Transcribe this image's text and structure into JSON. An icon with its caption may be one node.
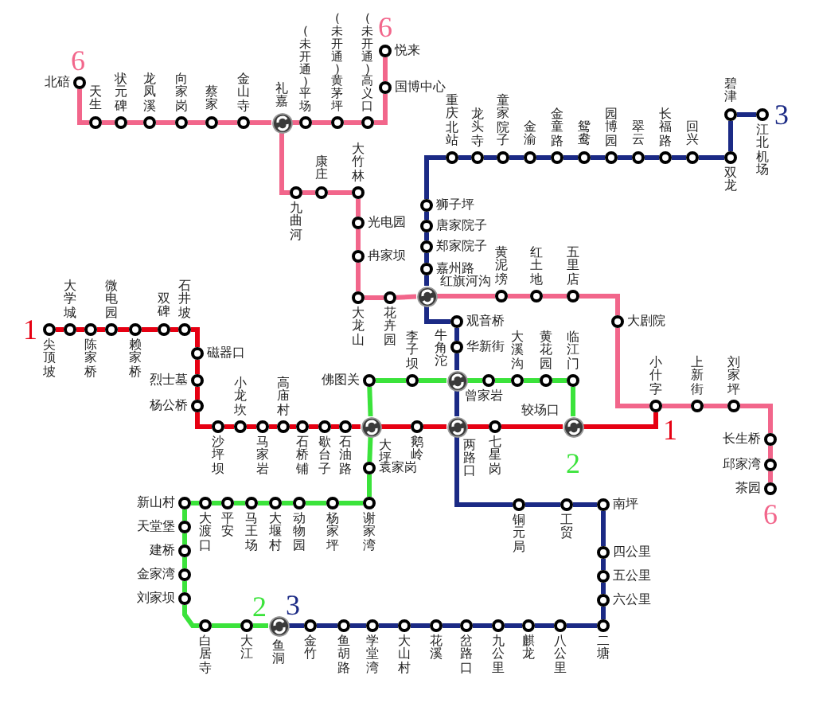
{
  "diagram": {
    "nodes": [
      {
        "text": [],
        "shape": "circle",
        "beside": [
          "北碚"
        ]
      },
      {
        "text": [],
        "shape": "circle",
        "beside": [
          "天生"
        ]
      },
      {
        "text": [],
        "shape": "circle",
        "beside": [
          "状元碑"
        ]
      },
      {
        "text": [],
        "shape": "circle",
        "beside": [
          "龙凤溪"
        ]
      },
      {
        "text": [],
        "shape": "circle",
        "beside": [
          "向家岗"
        ]
      },
      {
        "text": [],
        "shape": "circle",
        "beside": [
          "蔡家"
        ]
      },
      {
        "text": [],
        "shape": "circle",
        "beside": [
          "金山寺"
        ]
      },
      {
        "text": [],
        "shape": "circle",
        "beside": [
          "礼嘉"
        ]
      },
      {
        "text": [],
        "shape": "circle",
        "beside": [
          "(未开通)平场"
        ]
      },
      {
        "text": [],
        "shape": "circle",
        "beside": [
          "(未开通)黄茅坪"
        ]
      },
      {
        "text": [],
        "shape": "circle",
        "beside": [
          "(未开通)高义口"
        ]
      },
      {
        "text": [],
        "shape": "circle",
        "beside": [
          "国博中心"
        ]
      },
      {
        "text": [],
        "shape": "circle",
        "beside": [
          "悦来"
        ]
      },
      {
        "text": [],
        "shape": "circle",
        "beside": [
          "九曲河"
        ]
      },
      {
        "text": [],
        "shape": "circle",
        "beside": [
          "康庄"
        ]
      },
      {
        "text": [],
        "shape": "circle",
        "beside": [
          "大竹林"
        ]
      },
      {
        "text": [],
        "shape": "circle",
        "beside": [
          "光电园"
        ]
      },
      {
        "text": [],
        "shape": "circle",
        "beside": [
          "冉家坝"
        ]
      },
      {
        "text": [],
        "shape": "circle",
        "beside": [
          "大龙山"
        ]
      },
      {
        "text": [],
        "shape": "circle",
        "beside": [
          "花卉园"
        ]
      },
      {
        "text": [],
        "shape": "circle",
        "beside": [
          "红旗河沟"
        ]
      },
      {
        "text": [],
        "shape": "circle",
        "beside": [
          "黄泥塝"
        ]
      },
      {
        "text": [],
        "shape": "circle",
        "beside": [
          "红土地"
        ]
      },
      {
        "text": [],
        "shape": "circle",
        "beside": [
          "五里店"
        ]
      },
      {
        "text": [],
        "shape": "circle",
        "beside": [
          "大剧院"
        ]
      },
      {
        "text": [],
        "shape": "circle",
        "beside": [
          "小什字"
        ]
      },
      {
        "text": [],
        "shape": "circle",
        "beside": [
          "上新街"
        ]
      },
      {
        "text": [],
        "shape": "circle",
        "beside": [
          "刘家坪"
        ]
      },
      {
        "text": [],
        "shape": "circle",
        "beside": [
          "长生桥"
        ]
      },
      {
        "text": [],
        "shape": "circle",
        "beside": [
          "邱家湾"
        ]
      },
      {
        "text": [],
        "shape": "circle",
        "beside": [
          "茶园"
        ]
      },
      {
        "text": [],
        "shape": "circle",
        "beside": [
          "尖顶坡"
        ]
      },
      {
        "text": [],
        "shape": "circle",
        "beside": [
          "大学城"
        ]
      },
      {
        "text": [],
        "shape": "circle",
        "beside": [
          "陈家桥"
        ]
      },
      {
        "text": [],
        "shape": "circle",
        "beside": [
          "微电园"
        ]
      },
      {
        "text": [],
        "shape": "circle",
        "beside": [
          "赖家桥"
        ]
      },
      {
        "text": [],
        "shape": "circle",
        "beside": [
          "双碑"
        ]
      },
      {
        "text": [],
        "shape": "circle",
        "beside": [
          "石井坡"
        ]
      },
      {
        "text": [],
        "shape": "circle",
        "beside": [
          "磁器口"
        ]
      },
      {
        "text": [],
        "shape": "circle",
        "beside": [
          "烈士墓"
        ]
      },
      {
        "text": [],
        "shape": "circle",
        "beside": [
          "杨公桥"
        ]
      },
      {
        "text": [],
        "shape": "circle",
        "beside": [
          "沙坪坝"
        ]
      },
      {
        "text": [],
        "shape": "circle",
        "beside": [
          "小龙坎"
        ]
      },
      {
        "text": [],
        "shape": "circle",
        "beside": [
          "马家岩"
        ]
      },
      {
        "text": [],
        "shape": "circle",
        "beside": [
          "高庙村"
        ]
      },
      {
        "text": [],
        "shape": "circle",
        "beside": [
          "石桥铺"
        ]
      },
      {
        "text": [],
        "shape": "circle",
        "beside": [
          "歇台子"
        ]
      },
      {
        "text": [],
        "shape": "circle",
        "beside": [
          "石油路"
        ]
      },
      {
        "text": [],
        "shape": "circle",
        "beside": [
          "大坪"
        ]
      },
      {
        "text": [],
        "shape": "circle",
        "beside": [
          "鹅岭"
        ]
      },
      {
        "text": [],
        "shape": "circle",
        "beside": [
          "两路口"
        ]
      },
      {
        "text": [],
        "shape": "circle",
        "beside": [
          "七星岗"
        ]
      },
      {
        "text": [],
        "shape": "circle",
        "beside": [
          "较场口"
        ]
      },
      {
        "text": [],
        "shape": "circle",
        "beside": [
          "佛图关"
        ]
      },
      {
        "text": [],
        "shape": "circle",
        "beside": [
          "李子坝"
        ]
      },
      {
        "text": [],
        "shape": "circle",
        "beside": [
          "牛角沱"
        ]
      },
      {
        "text": [],
        "shape": "circle",
        "beside": [
          "曾家岩"
        ]
      },
      {
        "text": [],
        "shape": "circle",
        "beside": [
          "大溪沟"
        ]
      },
      {
        "text": [],
        "shape": "circle",
        "beside": [
          "黄花园"
        ]
      },
      {
        "text": [],
        "shape": "circle",
        "beside": [
          "临江门"
        ]
      },
      {
        "text": [],
        "shape": "circle",
        "beside": [
          "袁家岗"
        ]
      },
      {
        "text": [],
        "shape": "circle",
        "beside": [
          "谢家湾"
        ]
      },
      {
        "text": [],
        "shape": "circle",
        "beside": [
          "杨家坪"
        ]
      },
      {
        "text": [],
        "shape": "circle",
        "beside": [
          "动物园"
        ]
      },
      {
        "text": [],
        "shape": "circle",
        "beside": [
          "大堰村"
        ]
      },
      {
        "text": [],
        "shape": "circle",
        "beside": [
          "马王场"
        ]
      },
      {
        "text": [],
        "shape": "circle",
        "beside": [
          "平安"
        ]
      },
      {
        "text": [],
        "shape": "circle",
        "beside": [
          "大渡口"
        ]
      },
      {
        "text": [],
        "shape": "circle",
        "beside": [
          "新山村"
        ]
      },
      {
        "text": [],
        "shape": "circle",
        "beside": [
          "天堂堡"
        ]
      },
      {
        "text": [],
        "shape": "circle",
        "beside": [
          "建桥"
        ]
      },
      {
        "text": [],
        "shape": "circle",
        "beside": [
          "金家湾"
        ]
      },
      {
        "text": [],
        "shape": "circle",
        "beside": [
          "刘家坝"
        ]
      },
      {
        "text": [],
        "shape": "circle",
        "beside": [
          "白居寺"
        ]
      },
      {
        "text": [],
        "shape": "circle",
        "beside": [
          "大江"
        ]
      },
      {
        "text": [],
        "shape": "circle",
        "beside": [
          "鱼洞"
        ]
      },
      {
        "text": [],
        "shape": "circle",
        "beside": [
          "金竹"
        ]
      },
      {
        "text": [],
        "shape": "circle",
        "beside": [
          "鱼胡路"
        ]
      },
      {
        "text": [],
        "shape": "circle",
        "beside": [
          "学堂湾"
        ]
      },
      {
        "text": [],
        "shape": "circle",
        "beside": [
          "大山村"
        ]
      },
      {
        "text": [],
        "shape": "circle",
        "beside": [
          "花溪"
        ]
      },
      {
        "text": [],
        "shape": "circle",
        "beside": [
          "岔路口"
        ]
      },
      {
        "text": [],
        "shape": "circle",
        "beside": [
          "九公里"
        ]
      },
      {
        "text": [],
        "shape": "circle",
        "beside": [
          "麒龙"
        ]
      },
      {
        "text": [],
        "shape": "circle",
        "beside": [
          "八公里"
        ]
      },
      {
        "text": [],
        "shape": "circle",
        "beside": [
          "二塘"
        ]
      },
      {
        "text": [],
        "shape": "circle",
        "beside": [
          "六公里"
        ]
      },
      {
        "text": [],
        "shape": "circle",
        "beside": [
          "五公里"
        ]
      },
      {
        "text": [],
        "shape": "circle",
        "beside": [
          "四公里"
        ]
      },
      {
        "text": [],
        "shape": "circle",
        "beside": [
          "南坪"
        ]
      },
      {
        "text": [],
        "shape": "circle",
        "beside": [
          "工贸"
        ]
      },
      {
        "text": [],
        "shape": "circle",
        "beside": [
          "铜元局"
        ]
      },
      {
        "text": [],
        "shape": "circle",
        "beside": [
          "华新街"
        ]
      },
      {
        "text": [],
        "shape": "circle",
        "beside": [
          "观音桥"
        ]
      },
      {
        "text": [],
        "shape": "circle",
        "beside": [
          "嘉州路"
        ]
      },
      {
        "text": [],
        "shape": "circle",
        "beside": [
          "郑家院子"
        ]
      },
      {
        "text": [],
        "shape": "circle",
        "beside": [
          "唐家院子"
        ]
      },
      {
        "text": [],
        "shape": "circle",
        "beside": [
          "狮子坪"
        ]
      },
      {
        "text": [],
        "shape": "circle",
        "beside": [
          "重庆北站"
        ]
      },
      {
        "text": [],
        "shape": "circle",
        "beside": [
          "龙头寺"
        ]
      },
      {
        "text": [],
        "shape": "circle",
        "beside": [
          "童家院子"
        ]
      },
      {
        "text": [],
        "shape": "circle",
        "beside": [
          "金渝"
        ]
      },
      {
        "text": [],
        "shape": "circle",
        "beside": [
          "金童路"
        ]
      },
      {
        "text": [],
        "shape": "circle",
        "beside": [
          "鸳鸯"
        ]
      },
      {
        "text": [],
        "shape": "circle",
        "beside": [
          "园博园"
        ]
      },
      {
        "text": [],
        "shape": "circle",
        "beside": [
          "翠云"
        ]
      },
      {
        "text": [],
        "shape": "circle",
        "beside": [
          "长福路"
        ]
      },
      {
        "text": [],
        "shape": "circle",
        "beside": [
          "回兴"
        ]
      },
      {
        "text": [],
        "shape": "circle",
        "beside": [
          "双龙"
        ]
      },
      {
        "text": [],
        "shape": "circle",
        "beside": [
          "碧津"
        ]
      },
      {
        "text": [],
        "shape": "circle",
        "beside": [
          "江北机场"
        ]
      }
    ],
    "edges": [
      {
        "from": 0,
        "to": 1,
        "arrow": "none",
        "color": "#f2668b"
      },
      {
        "from": 1,
        "to": 2,
        "arrow": "none",
        "color": "#f2668b"
      },
      {
        "from": 2,
        "to": 3,
        "arrow": "none",
        "color": "#f2668b"
      },
      {
        "from": 3,
        "to": 4,
        "arrow": "none",
        "color": "#f2668b"
      },
      {
        "from": 4,
        "to": 5,
        "arrow": "none",
        "color": "#f2668b"
      },
      {
        "from": 5,
        "to": 6,
        "arrow": "none",
        "color": "#f2668b"
      },
      {
        "from": 6,
        "to": 7,
        "arrow": "none",
        "color": "#f2668b"
      },
      {
        "from": 7,
        "to": 8,
        "arrow": "none",
        "color": "#f2668b"
      },
      {
        "from": 8,
        "to": 9,
        "arrow": "none",
        "color": "#f2668b"
      },
      {
        "from": 9,
        "to": 10,
        "arrow": "none",
        "color": "#f2668b"
      },
      {
        "from": 10,
        "to": 11,
        "arrow": "none",
        "color": "#f2668b"
      },
      {
        "from": 11,
        "to": 12,
        "arrow": "none",
        "color": "#f2668b"
      },
      {
        "from": 7,
        "to": 13,
        "arrow": "none",
        "color": "#f2668b"
      },
      {
        "from": 13,
        "to": 14,
        "arrow": "none",
        "color": "#f2668b"
      },
      {
        "from": 14,
        "to": 15,
        "arrow": "none",
        "color": "#f2668b"
      },
      {
        "from": 15,
        "to": 16,
        "arrow": "none",
        "color": "#f2668b"
      },
      {
        "from": 16,
        "to": 17,
        "arrow": "none",
        "color": "#f2668b"
      },
      {
        "from": 17,
        "to": 18,
        "arrow": "none",
        "color": "#f2668b"
      },
      {
        "from": 18,
        "to": 19,
        "arrow": "none",
        "color": "#f2668b"
      },
      {
        "from": 19,
        "to": 20,
        "arrow": "none",
        "color": "#f2668b"
      },
      {
        "from": 20,
        "to": 21,
        "arrow": "none",
        "color": "#f2668b"
      },
      {
        "from": 21,
        "to": 22,
        "arrow": "none",
        "color": "#f2668b"
      },
      {
        "from": 22,
        "to": 23,
        "arrow": "none",
        "color": "#f2668b"
      },
      {
        "from": 23,
        "to": 24,
        "arrow": "none",
        "color": "#f2668b"
      },
      {
        "from": 24,
        "to": 25,
        "arrow": "none",
        "color": "#f2668b"
      },
      {
        "from": 25,
        "to": 26,
        "arrow": "none",
        "color": "#f2668b"
      },
      {
        "from": 26,
        "to": 27,
        "arrow": "none",
        "color": "#f2668b"
      },
      {
        "from": 27,
        "to": 28,
        "arrow": "none",
        "color": "#f2668b"
      },
      {
        "from": 28,
        "to": 29,
        "arrow": "none",
        "color": "#f2668b"
      },
      {
        "from": 29,
        "to": 30,
        "arrow": "none",
        "color": "#f2668b"
      },
      {
        "from": 31,
        "to": 32,
        "arrow": "none",
        "color": "#e60012"
      },
      {
        "from": 32,
        "to": 33,
        "arrow": "none",
        "color": "#e60012"
      },
      {
        "from": 33,
        "to": 34,
        "arrow": "none",
        "color": "#e60012"
      },
      {
        "from": 34,
        "to": 35,
        "arrow": "none",
        "color": "#e60012"
      },
      {
        "from": 35,
        "to": 36,
        "arrow": "none",
        "color": "#e60012"
      },
      {
        "from": 36,
        "to": 37,
        "arrow": "none",
        "color": "#e60012"
      },
      {
        "from": 37,
        "to": 38,
        "arrow": "none",
        "color": "#e60012"
      },
      {
        "from": 38,
        "to": 39,
        "arrow": "none",
        "color": "#e60012"
      },
      {
        "from": 39,
        "to": 40,
        "arrow": "none",
        "color": "#e60012"
      },
      {
        "from": 40,
        "to": 41,
        "arrow": "none",
        "color": "#e60012"
      },
      {
        "from": 41,
        "to": 42,
        "arrow": "none",
        "color": "#e60012"
      },
      {
        "from": 42,
        "to": 43,
        "arrow": "none",
        "color": "#e60012"
      },
      {
        "from": 43,
        "to": 44,
        "arrow": "none",
        "color": "#e60012"
      },
      {
        "from": 44,
        "to": 45,
        "arrow": "none",
        "color": "#e60012"
      },
      {
        "from": 45,
        "to": 46,
        "arrow": "none",
        "color": "#e60012"
      },
      {
        "from": 46,
        "to": 47,
        "arrow": "none",
        "color": "#e60012"
      },
      {
        "from": 47,
        "to": 48,
        "arrow": "none",
        "color": "#e60012"
      },
      {
        "from": 48,
        "to": 49,
        "arrow": "none",
        "color": "#e60012"
      },
      {
        "from": 49,
        "to": 50,
        "arrow": "none",
        "color": "#e60012"
      },
      {
        "from": 50,
        "to": 51,
        "arrow": "none",
        "color": "#e60012"
      },
      {
        "from": 51,
        "to": 52,
        "arrow": "none",
        "color": "#e60012"
      },
      {
        "from": 52,
        "to": 25,
        "arrow": "none",
        "color": "#e60012"
      },
      {
        "from": 53,
        "to": 54,
        "arrow": "none",
        "color": "#3be33b"
      },
      {
        "from": 54,
        "to": 55,
        "arrow": "none",
        "color": "#3be33b"
      },
      {
        "from": 55,
        "to": 56,
        "arrow": "none",
        "color": "#3be33b"
      },
      {
        "from": 56,
        "to": 57,
        "arrow": "none",
        "color": "#3be33b"
      },
      {
        "from": 57,
        "to": 58,
        "arrow": "none",
        "color": "#3be33b"
      },
      {
        "from": 58,
        "to": 59,
        "arrow": "none",
        "color": "#3be33b"
      },
      {
        "from": 59,
        "to": 52,
        "arrow": "none",
        "color": "#3be33b"
      },
      {
        "from": 53,
        "to": 48,
        "arrow": "none",
        "color": "#3be33b"
      },
      {
        "from": 48,
        "to": 60,
        "arrow": "none",
        "color": "#3be33b"
      },
      {
        "from": 60,
        "to": 61,
        "arrow": "none",
        "color": "#3be33b"
      },
      {
        "from": 61,
        "to": 62,
        "arrow": "none",
        "color": "#3be33b"
      },
      {
        "from": 62,
        "to": 63,
        "arrow": "none",
        "color": "#3be33b"
      },
      {
        "from": 63,
        "to": 64,
        "arrow": "none",
        "color": "#3be33b"
      },
      {
        "from": 64,
        "to": 65,
        "arrow": "none",
        "color": "#3be33b"
      },
      {
        "from": 65,
        "to": 66,
        "arrow": "none",
        "color": "#3be33b"
      },
      {
        "from": 66,
        "to": 67,
        "arrow": "none",
        "color": "#3be33b"
      },
      {
        "from": 67,
        "to": 68,
        "arrow": "none",
        "color": "#3be33b"
      },
      {
        "from": 68,
        "to": 69,
        "arrow": "none",
        "color": "#3be33b"
      },
      {
        "from": 69,
        "to": 70,
        "arrow": "none",
        "color": "#3be33b"
      },
      {
        "from": 70,
        "to": 71,
        "arrow": "none",
        "color": "#3be33b"
      },
      {
        "from": 71,
        "to": 72,
        "arrow": "none",
        "color": "#3be33b"
      },
      {
        "from": 72,
        "to": 73,
        "arrow": "none",
        "color": "#3be33b"
      },
      {
        "from": 73,
        "to": 74,
        "arrow": "none",
        "color": "#3be33b"
      },
      {
        "from": 74,
        "to": 75,
        "arrow": "none",
        "color": "#3be33b"
      },
      {
        "from": 75,
        "to": 76,
        "arrow": "none",
        "color": "#1b2a85"
      },
      {
        "from": 76,
        "to": 77,
        "arrow": "none",
        "color": "#1b2a85"
      },
      {
        "from": 77,
        "to": 78,
        "arrow": "none",
        "color": "#1b2a85"
      },
      {
        "from": 78,
        "to": 79,
        "arrow": "none",
        "color": "#1b2a85"
      },
      {
        "from": 79,
        "to": 80,
        "arrow": "none",
        "color": "#1b2a85"
      },
      {
        "from": 80,
        "to": 81,
        "arrow": "none",
        "color": "#1b2a85"
      },
      {
        "from": 81,
        "to": 82,
        "arrow": "none",
        "color": "#1b2a85"
      },
      {
        "from": 82,
        "to": 83,
        "arrow": "none",
        "color": "#1b2a85"
      },
      {
        "from": 83,
        "to": 84,
        "arrow": "none",
        "color": "#1b2a85"
      },
      {
        "from": 84,
        "to": 85,
        "arrow": "none",
        "color": "#1b2a85"
      },
      {
        "from": 85,
        "to": 86,
        "arrow": "none",
        "color": "#1b2a85"
      },
      {
        "from": 86,
        "to": 87,
        "arrow": "none",
        "color": "#1b2a85"
      },
      {
        "from": 87,
        "to": 88,
        "arrow": "none",
        "color": "#1b2a85"
      },
      {
        "from": 88,
        "to": 89,
        "arrow": "none",
        "color": "#1b2a85"
      },
      {
        "from": 89,
        "to": 90,
        "arrow": "none",
        "color": "#1b2a85"
      },
      {
        "from": 90,
        "to": 91,
        "arrow": "none",
        "color": "#1b2a85"
      },
      {
        "from": 91,
        "to": 50,
        "arrow": "none",
        "color": "#1b2a85"
      },
      {
        "from": 50,
        "to": 55,
        "arrow": "none",
        "color": "#1b2a85"
      },
      {
        "from": 55,
        "to": 92,
        "arrow": "none",
        "color": "#1b2a85"
      },
      {
        "from": 92,
        "to": 93,
        "arrow": "none",
        "color": "#1b2a85"
      },
      {
        "from": 93,
        "to": 20,
        "arrow": "none",
        "color": "#1b2a85"
      },
      {
        "from": 20,
        "to": 94,
        "arrow": "none",
        "color": "#1b2a85"
      },
      {
        "from": 94,
        "to": 95,
        "arrow": "none",
        "color": "#1b2a85"
      },
      {
        "from": 95,
        "to": 96,
        "arrow": "none",
        "color": "#1b2a85"
      },
      {
        "from": 96,
        "to": 97,
        "arrow": "none",
        "color": "#1b2a85"
      },
      {
        "from": 97,
        "to": 98,
        "arrow": "none",
        "color": "#1b2a85"
      },
      {
        "from": 98,
        "to": 99,
        "arrow": "none",
        "color": "#1b2a85"
      },
      {
        "from": 99,
        "to": 100,
        "arrow": "none",
        "color": "#1b2a85"
      },
      {
        "from": 100,
        "to": 101,
        "arrow": "none",
        "color": "#1b2a85"
      },
      {
        "from": 101,
        "to": 102,
        "arrow": "none",
        "color": "#1b2a85"
      },
      {
        "from": 102,
        "to": 103,
        "arrow": "none",
        "color": "#1b2a85"
      },
      {
        "from": 103,
        "to": 104,
        "arrow": "none",
        "color": "#1b2a85"
      },
      {
        "from": 104,
        "to": 105,
        "arrow": "none",
        "color": "#1b2a85"
      },
      {
        "from": 105,
        "to": 106,
        "arrow": "none",
        "color": "#1b2a85"
      },
      {
        "from": 106,
        "to": 107,
        "arrow": "none",
        "color": "#1b2a85"
      },
      {
        "from": 107,
        "to": 108,
        "arrow": "none",
        "color": "#1b2a85"
      },
      {
        "from": 108,
        "to": 109,
        "arrow": "none",
        "color": "#1b2a85"
      },
      {
        "from": 109,
        "to": 110,
        "arrow": "none",
        "color": "#1b2a85"
      }
    ],
    "labels": [
      "6",
      "6",
      "3",
      "1",
      "1",
      "2",
      "6",
      "2",
      "3"
    ]
  }
}
